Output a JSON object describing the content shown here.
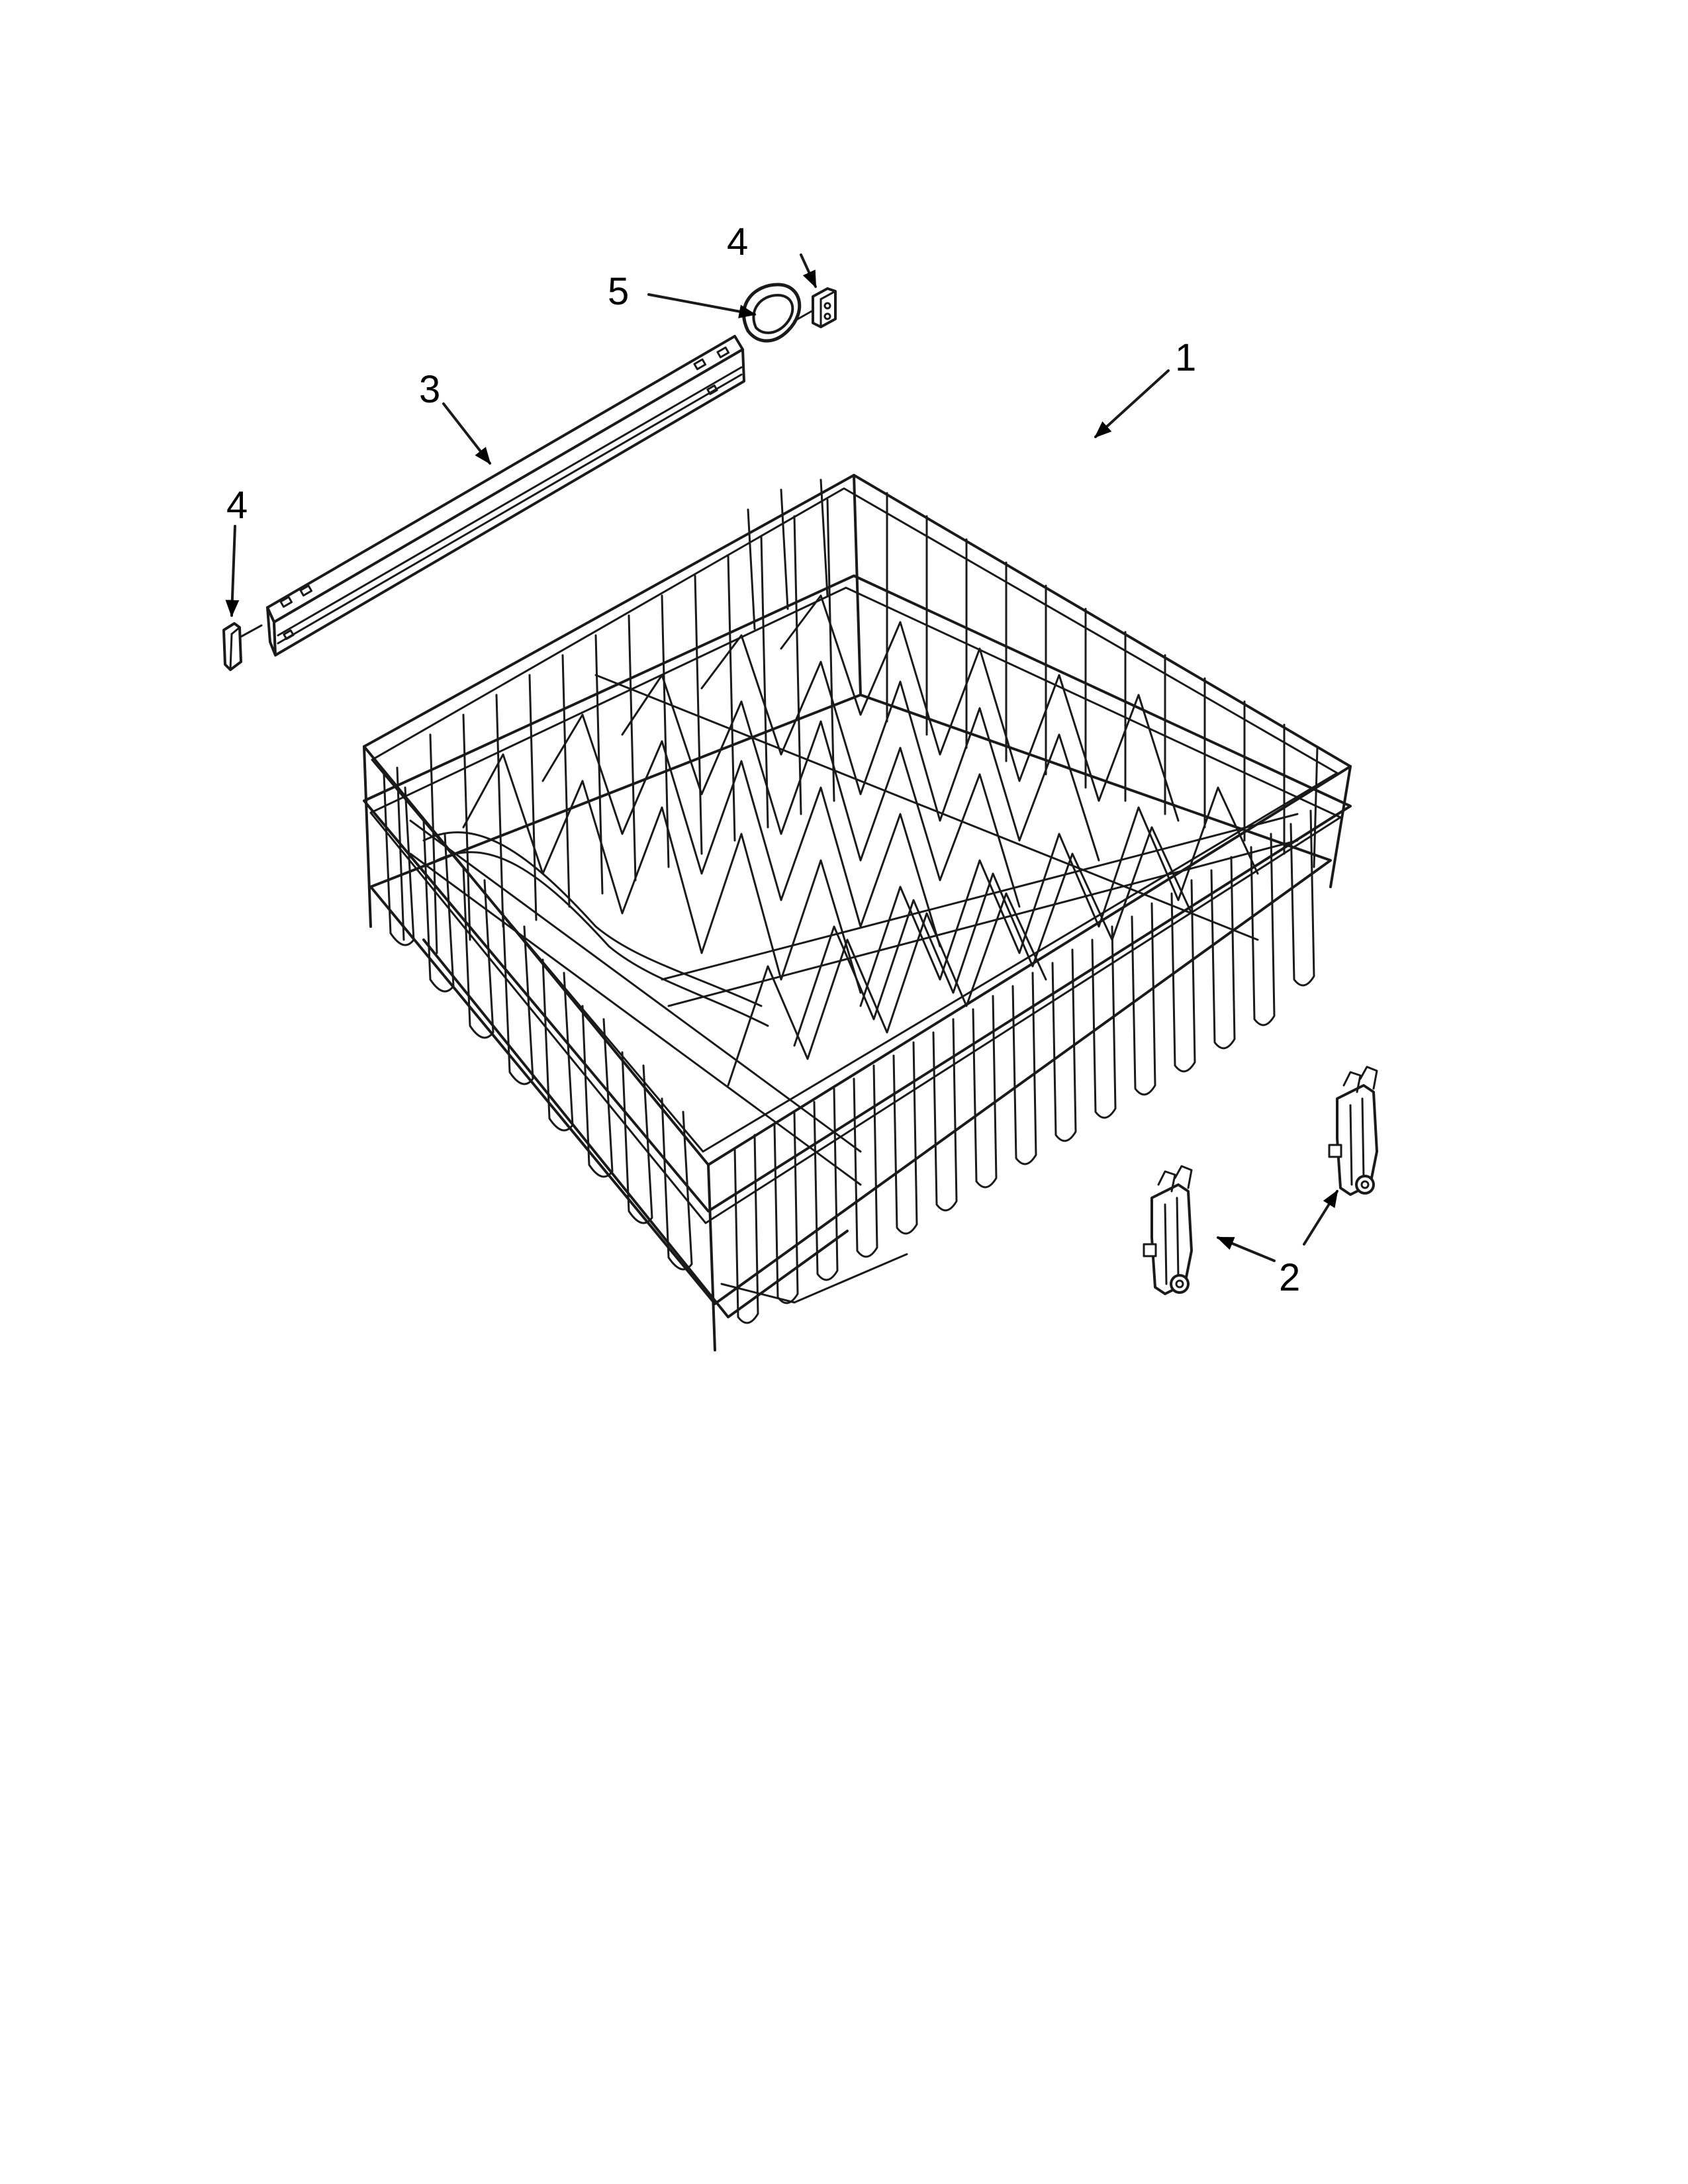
{
  "diagram": {
    "callouts": {
      "c1": "1",
      "c2": "2",
      "c3": "3",
      "c4_left": "4",
      "c4_top": "4",
      "c5": "5"
    }
  }
}
